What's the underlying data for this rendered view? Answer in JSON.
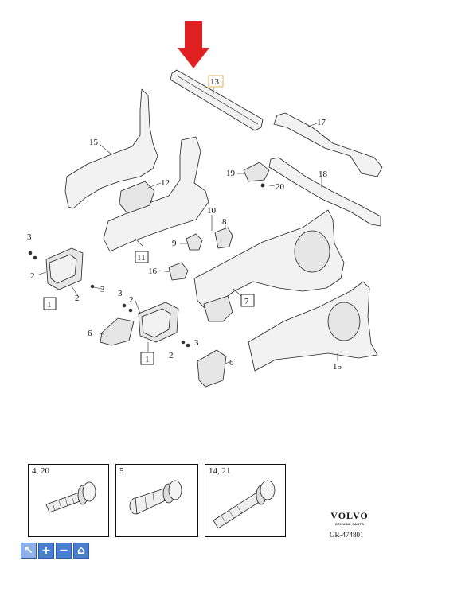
{
  "diagram": {
    "arrow_color": "#e02020",
    "highlight_color": "#e3b24a",
    "callouts": {
      "c13": "13",
      "c17": "17",
      "c15a": "15",
      "c12": "12",
      "c19": "19",
      "c20": "20",
      "c18": "18",
      "c10": "10",
      "c8": "8",
      "c9": "9",
      "c3a": "3",
      "c2a": "2",
      "c3b": "3",
      "c2b": "2",
      "c16": "16",
      "c3c": "3",
      "c2c": "2",
      "c6a": "6",
      "c3d": "3",
      "c2d": "2",
      "c6b": "6",
      "c15b": "15"
    },
    "boxed": {
      "b11": "11",
      "b1a": "1",
      "b7": "7",
      "b1b": "1"
    }
  },
  "fasteners": [
    {
      "label": "4, 20"
    },
    {
      "label": "5"
    },
    {
      "label": "14, 21"
    }
  ],
  "brand": {
    "name": "VOLVO",
    "subtitle": "GENUINE PARTS",
    "reference": "GR-474801"
  },
  "navigation": {
    "buttons": [
      {
        "icon": "pointer-icon",
        "glyph": "↖"
      },
      {
        "icon": "zoom-in-icon",
        "glyph": "+"
      },
      {
        "icon": "zoom-out-icon",
        "glyph": "−"
      },
      {
        "icon": "home-icon",
        "glyph": "⌂"
      }
    ]
  }
}
